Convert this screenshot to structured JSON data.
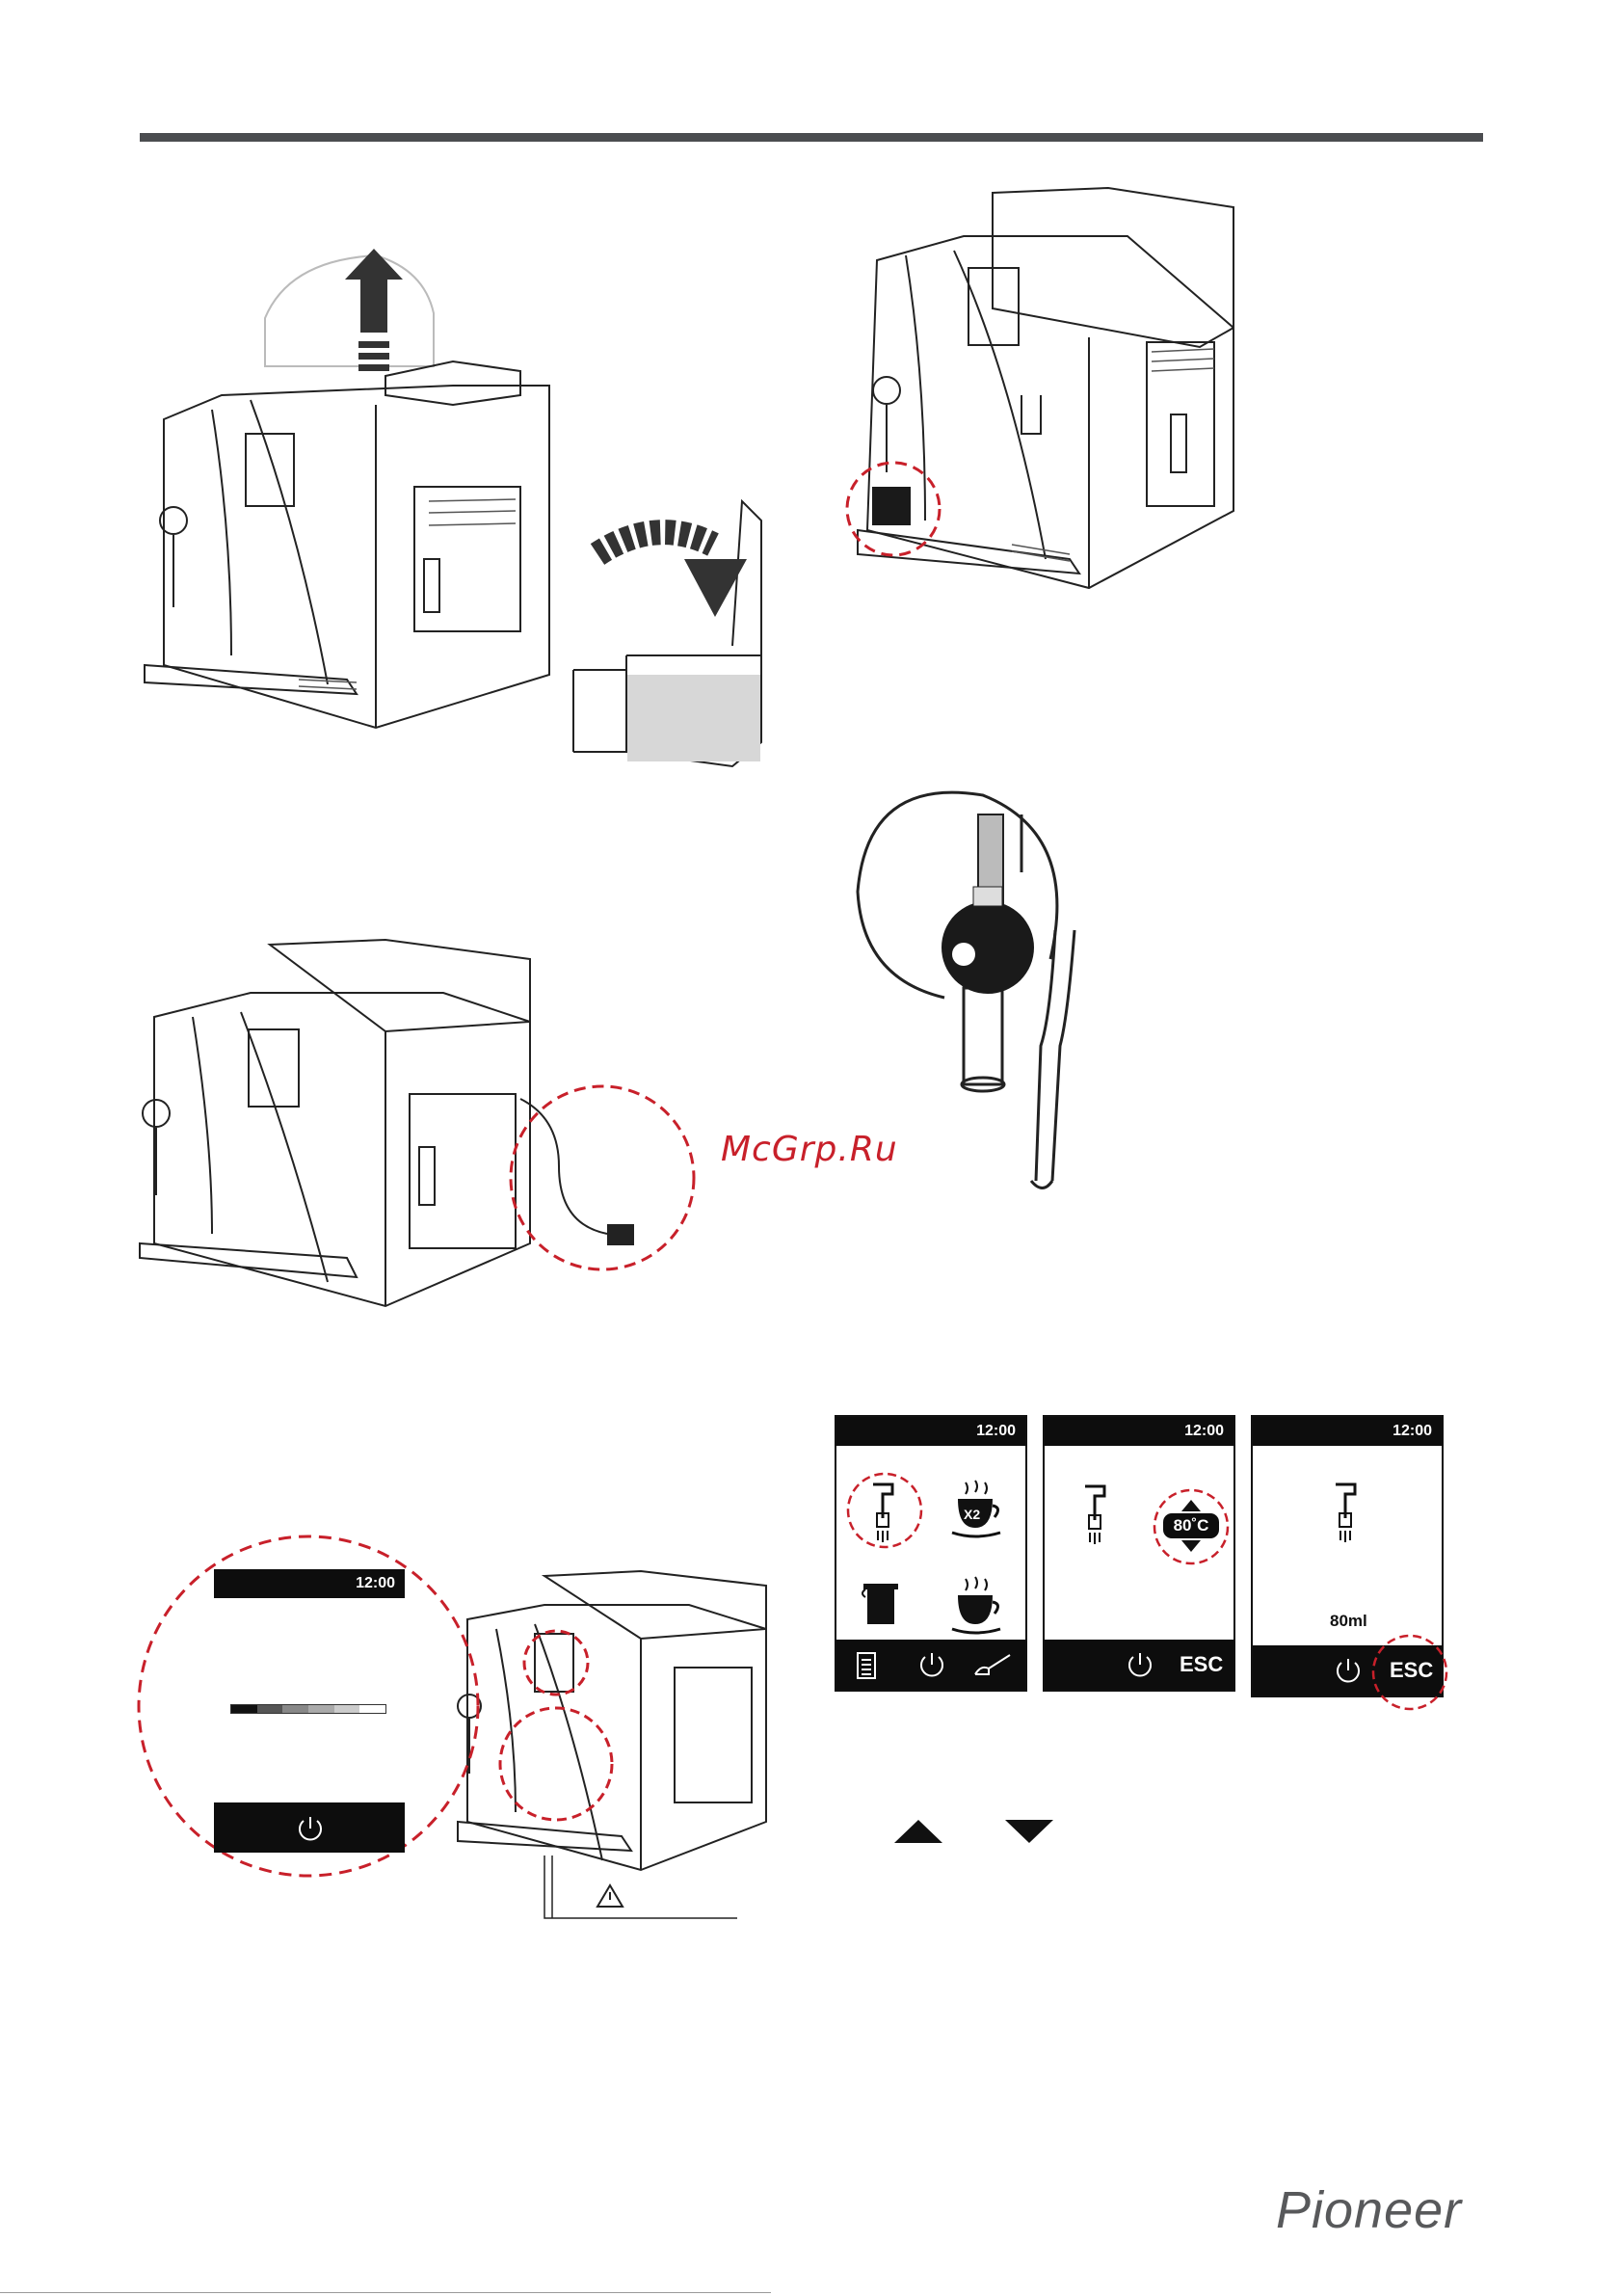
{
  "screens": [
    {
      "time": "12:00"
    },
    {
      "time": "12:00",
      "temperature": "80˚C",
      "esc": "ESC"
    },
    {
      "time": "12:00",
      "volume": "80ml",
      "esc": "ESC"
    }
  ],
  "progress_screen": {
    "time": "12:00"
  },
  "cup_icon_label": "X2",
  "watermark": "McGrp.Ru",
  "brand": "Pioneer",
  "colors": {
    "accent_red": "#c8202a",
    "bar_gray": "#4b4d50"
  }
}
